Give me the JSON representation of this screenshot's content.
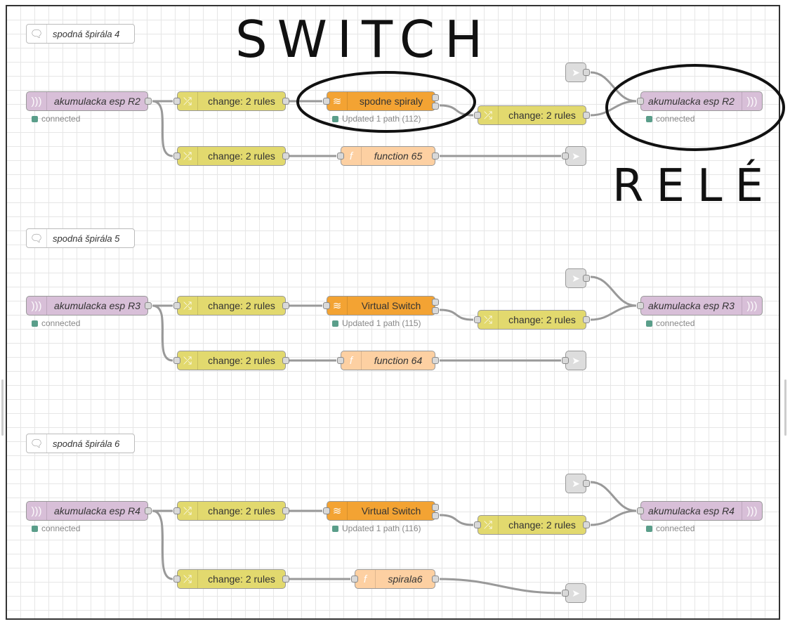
{
  "groups": [
    {
      "comment": "spodná špirála 4",
      "mqtt_in": {
        "label": "akumulacka esp R2",
        "status": "connected"
      },
      "change_top": "change: 2 rules",
      "switch": {
        "label": "spodne spiraly",
        "status": "Updated 1 path (112)"
      },
      "change_mid": "change: 2 rules",
      "mqtt_out": {
        "label": "akumulacka esp R2",
        "status": "connected"
      },
      "change_bottom": "change: 2 rules",
      "function": "function 65"
    },
    {
      "comment": "spodná špirála 5",
      "mqtt_in": {
        "label": "akumulacka esp R3",
        "status": "connected"
      },
      "change_top": "change: 2 rules",
      "switch": {
        "label": "Virtual Switch",
        "status": "Updated 1 path (115)"
      },
      "change_mid": "change: 2 rules",
      "mqtt_out": {
        "label": "akumulacka esp R3",
        "status": "connected"
      },
      "change_bottom": "change: 2 rules",
      "function": "function 64"
    },
    {
      "comment": "spodná špirála 6",
      "mqtt_in": {
        "label": "akumulacka esp R4",
        "status": "connected"
      },
      "change_top": "change: 2 rules",
      "switch": {
        "label": "Virtual Switch",
        "status": "Updated 1 path (116)"
      },
      "change_mid": "change: 2 rules",
      "mqtt_out": {
        "label": "akumulacka esp R4",
        "status": "connected"
      },
      "change_bottom": "change: 2 rules",
      "function": "spirala6"
    }
  ],
  "annotations": {
    "switch": "SWITCH",
    "rele": "RELÉ"
  },
  "icons": {
    "mqtt": "radio-waves-icon",
    "change": "shuffle-icon",
    "switch": "toggle-icon",
    "function": "function-icon",
    "link": "arrow-icon",
    "comment": "speech-bubble-icon"
  },
  "colors": {
    "mqtt": "#d8bfd8",
    "change": "#e2d96e",
    "switch": "#f3a333",
    "function": "#fdd0a2",
    "link": "#dddddd",
    "status_connected": "#5a9e8a"
  }
}
